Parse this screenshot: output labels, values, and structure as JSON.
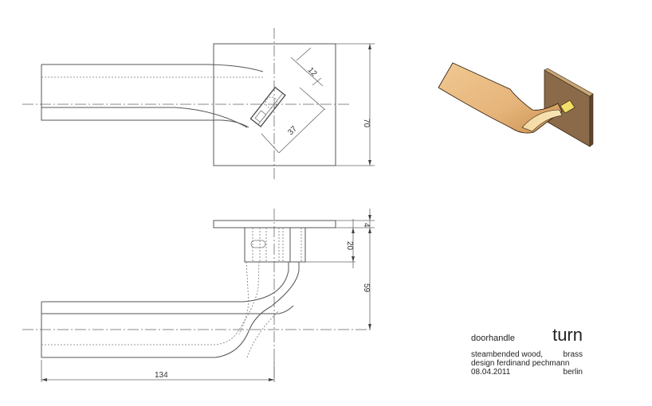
{
  "drawing": {
    "views": {
      "top_view": {
        "dimensions": {
          "plate_height": "70",
          "spindle_width": "12",
          "spindle_length": "37"
        }
      },
      "front_view": {
        "dimensions": {
          "plate_thickness": "4",
          "rosette_height": "20",
          "handle_drop": "59",
          "handle_length": "134"
        }
      },
      "iso_view": {
        "colors": {
          "lever": "#E9BD84",
          "lever_shadow": "#C98F4E",
          "plate": "#8A6A48",
          "plate_edge": "#C9A777",
          "spindle": "#F2DF6A"
        }
      }
    },
    "title_block": {
      "type_label": "doorhandle",
      "name": "turn",
      "material": "steambended wood,",
      "material2": "brass",
      "designer": "design ferdinand pechmann",
      "date": "08.04.2011",
      "place": "berlin"
    }
  }
}
